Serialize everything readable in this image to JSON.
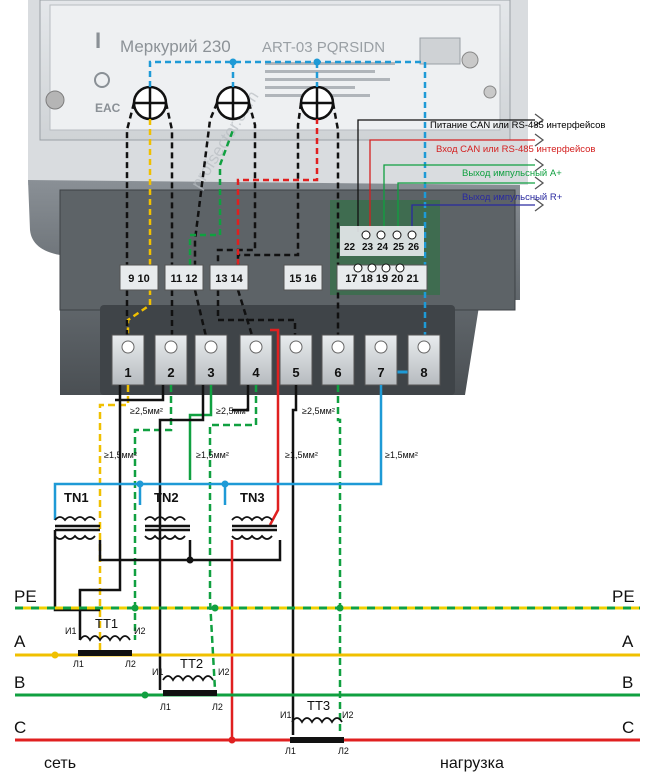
{
  "meter": {
    "model": "Меркурий 230",
    "series": "ART-03 PQRSIDN",
    "logo": "EAC",
    "watermark": "profsector.com"
  },
  "terminal_blocks": {
    "top_labels": [
      "9 10",
      "11 12",
      "13 14",
      "15 16",
      "17 18 19 20 21"
    ],
    "upper_row": [
      "22",
      "23",
      "24",
      "25",
      "26"
    ],
    "bottom": [
      "1",
      "2",
      "3",
      "4",
      "5",
      "6",
      "7",
      "8"
    ]
  },
  "interfaces": [
    {
      "label": "Питание CAN или RS-485 интерфейсов",
      "color": "#000000"
    },
    {
      "label": "Вход CAN или RS-485 интерфейсов",
      "color": "#d42020"
    },
    {
      "label": "Выход импульсный А+",
      "color": "#10a040"
    },
    {
      "label": "Выход импульсный R+",
      "color": "#2a2aa0"
    }
  ],
  "wire_sizes": {
    "thick": "≥2,5мм²",
    "thin": "≥1,5мм²"
  },
  "voltage_transformers": [
    "TN1",
    "TN2",
    "TN3"
  ],
  "current_transformers": [
    {
      "name": "TT1",
      "i1": "И1",
      "i2": "И2",
      "l1": "Л1",
      "l2": "Л2"
    },
    {
      "name": "TT2",
      "i1": "И1",
      "i2": "И2",
      "l1": "Л1",
      "l2": "Л2"
    },
    {
      "name": "TT3",
      "i1": "И1",
      "i2": "И2",
      "l1": "Л1",
      "l2": "Л2"
    }
  ],
  "buses": [
    {
      "label": "PE",
      "color": "#f0d000",
      "color2": "#10a040"
    },
    {
      "label": "A",
      "color": "#f0c000"
    },
    {
      "label": "B",
      "color": "#10a040"
    },
    {
      "label": "C",
      "color": "#e02020"
    }
  ],
  "footer": {
    "left": "сеть",
    "right": "нагрузка"
  },
  "colors": {
    "blue": "#1e9ad6",
    "black": "#111111",
    "yellow": "#f0c000",
    "green": "#10a040",
    "red": "#e02020",
    "meter_body": "#6d7378"
  }
}
